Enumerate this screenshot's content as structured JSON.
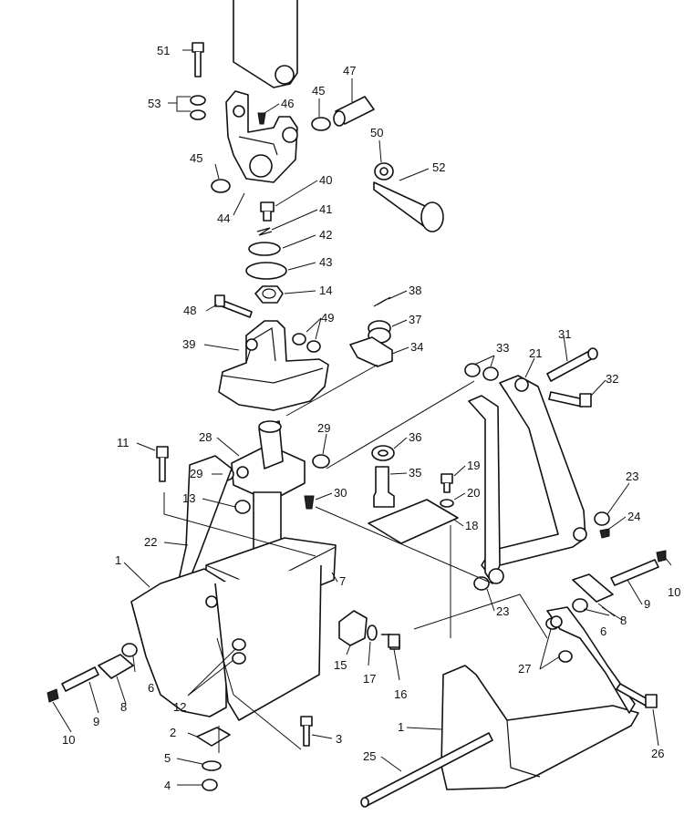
{
  "callouts": [
    {
      "id": "c51",
      "text": "51"
    },
    {
      "id": "c53",
      "text": "53"
    },
    {
      "id": "c46",
      "text": "46"
    },
    {
      "id": "c45a",
      "text": "45"
    },
    {
      "id": "c47",
      "text": "47"
    },
    {
      "id": "c50",
      "text": "50"
    },
    {
      "id": "c52",
      "text": "52"
    },
    {
      "id": "c45b",
      "text": "45"
    },
    {
      "id": "c44",
      "text": "44"
    },
    {
      "id": "c40",
      "text": "40"
    },
    {
      "id": "c41",
      "text": "41"
    },
    {
      "id": "c42",
      "text": "42"
    },
    {
      "id": "c43",
      "text": "43"
    },
    {
      "id": "c14",
      "text": "14"
    },
    {
      "id": "c48",
      "text": "48"
    },
    {
      "id": "c38",
      "text": "38"
    },
    {
      "id": "c49",
      "text": "49"
    },
    {
      "id": "c37",
      "text": "37"
    },
    {
      "id": "c39",
      "text": "39"
    },
    {
      "id": "c34",
      "text": "34"
    },
    {
      "id": "c33",
      "text": "33"
    },
    {
      "id": "c31",
      "text": "31"
    },
    {
      "id": "c21",
      "text": "21"
    },
    {
      "id": "c32",
      "text": "32"
    },
    {
      "id": "c11",
      "text": "11"
    },
    {
      "id": "c28",
      "text": "28"
    },
    {
      "id": "c29a",
      "text": "29"
    },
    {
      "id": "c36",
      "text": "36"
    },
    {
      "id": "c29b",
      "text": "29"
    },
    {
      "id": "c35",
      "text": "35"
    },
    {
      "id": "c19",
      "text": "19"
    },
    {
      "id": "c20",
      "text": "20"
    },
    {
      "id": "c13",
      "text": "13"
    },
    {
      "id": "c30",
      "text": "30"
    },
    {
      "id": "c18",
      "text": "18"
    },
    {
      "id": "c23a",
      "text": "23"
    },
    {
      "id": "c24",
      "text": "24"
    },
    {
      "id": "c22",
      "text": "22"
    },
    {
      "id": "c1a",
      "text": "1"
    },
    {
      "id": "c7",
      "text": "7"
    },
    {
      "id": "c23b",
      "text": "23"
    },
    {
      "id": "c9a",
      "text": "9"
    },
    {
      "id": "c10a",
      "text": "10"
    },
    {
      "id": "c6a",
      "text": "6"
    },
    {
      "id": "c8a",
      "text": "8"
    },
    {
      "id": "c15",
      "text": "15"
    },
    {
      "id": "c17",
      "text": "17"
    },
    {
      "id": "c16",
      "text": "16"
    },
    {
      "id": "c27",
      "text": "27"
    },
    {
      "id": "c6b",
      "text": "6"
    },
    {
      "id": "c12",
      "text": "12"
    },
    {
      "id": "c8b",
      "text": "8"
    },
    {
      "id": "c9b",
      "text": "9"
    },
    {
      "id": "c10b",
      "text": "10"
    },
    {
      "id": "c2",
      "text": "2"
    },
    {
      "id": "c3",
      "text": "3"
    },
    {
      "id": "c1b",
      "text": "1"
    },
    {
      "id": "c26",
      "text": "26"
    },
    {
      "id": "c5",
      "text": "5"
    },
    {
      "id": "c4",
      "text": "4"
    },
    {
      "id": "c25",
      "text": "25"
    }
  ]
}
